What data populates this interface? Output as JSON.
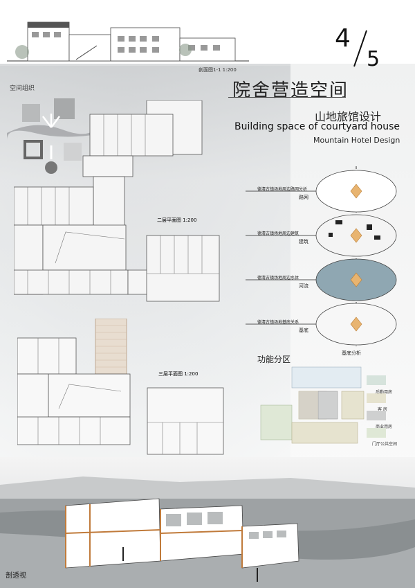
{
  "page": {
    "number": "4",
    "total": "5"
  },
  "title": {
    "main": "院舍营造空间",
    "sub_cn": "山地旅馆设计",
    "sub_en": "Building space of courtyard house",
    "sub_en2": "Mountain Hotel Design"
  },
  "labels": {
    "section": "剖面图1-1 1:200",
    "space_group": "空间组织",
    "floor2": "二层平面图 1:200",
    "floor3": "三层平面图 1:200",
    "function_zone": "功能分区",
    "perspective": "剖透视"
  },
  "analysis": {
    "items": [
      {
        "caption": "路网",
        "note": "德清古镇场地周边路网分析"
      },
      {
        "caption": "建筑",
        "note": "德清古镇场地周边建筑"
      },
      {
        "caption": "河流",
        "note": "德清古镇场地周边水体"
      },
      {
        "caption": "基底",
        "note": "德清古镇场地基底关系"
      }
    ],
    "footer": "基底分析"
  },
  "legend": [
    {
      "label": "后勤用房",
      "color": "#d6e3dc"
    },
    {
      "label": "客 房",
      "color": "#e6e3cf"
    },
    {
      "label": "商业用房",
      "color": "#cfd0d0"
    },
    {
      "label": "门厅公共空间",
      "color": "#dfe8d6"
    }
  ]
}
